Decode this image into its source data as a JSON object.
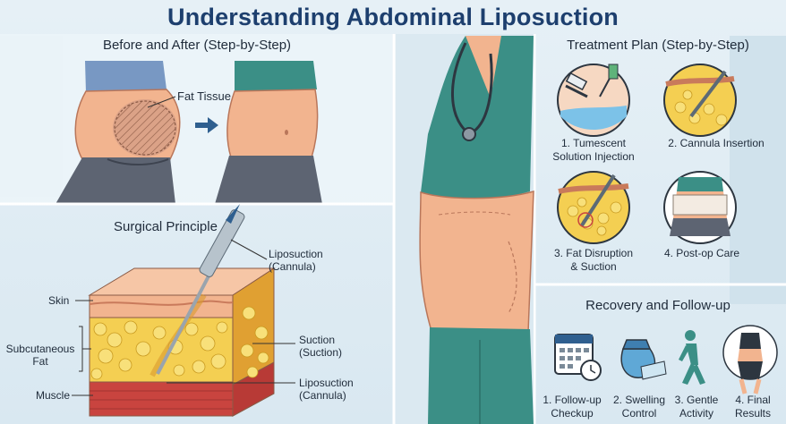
{
  "title": "Understanding Abdominal Liposuction",
  "before_after": {
    "heading": "Before and After (Step-by-Step)",
    "fat_label": "Fat Tissue"
  },
  "principle": {
    "heading": "Surgical Principle",
    "labels": {
      "liposuction_top_1": "Liposuction",
      "liposuction_top_2": "(Cannula)",
      "skin": "Skin",
      "subcutaneous_1": "Subcutaneous",
      "subcutaneous_2": "Fat",
      "muscle": "Muscle",
      "suction_1": "Suction",
      "suction_2": "(Suction)",
      "liposuction_bottom_1": "Liposuction",
      "liposuction_bottom_2": "(Cannula)"
    }
  },
  "treatment": {
    "heading": "Treatment Plan (Step-by-Step)",
    "steps": [
      {
        "line1": "1. Tumescent",
        "line2": "Solution Injection"
      },
      {
        "line1": "2. Cannula Insertion",
        "line2": ""
      },
      {
        "line1": "3. Fat Disruption",
        "line2": "& Suction"
      },
      {
        "line1": "4. Post-op Care",
        "line2": ""
      }
    ]
  },
  "recovery": {
    "heading": "Recovery and Follow-up",
    "items": [
      {
        "line1": "1. Follow-up",
        "line2": "Checkup",
        "icon": "calendar-clock-icon"
      },
      {
        "line1": "2. Swelling",
        "line2": "Control",
        "icon": "ice-pack-icon"
      },
      {
        "line1": "3. Gentle",
        "line2": "Activity",
        "icon": "walking-person-icon"
      },
      {
        "line1": "4. Final",
        "line2": "Results",
        "icon": "slim-body-icon"
      }
    ]
  },
  "colors": {
    "title": "#1d3f6e",
    "scrubs": "#3b8f86",
    "skin": "#f2b48f",
    "fat": "#f4cf52",
    "muscle": "#c9443f",
    "arrow": "#2f5f8f"
  }
}
